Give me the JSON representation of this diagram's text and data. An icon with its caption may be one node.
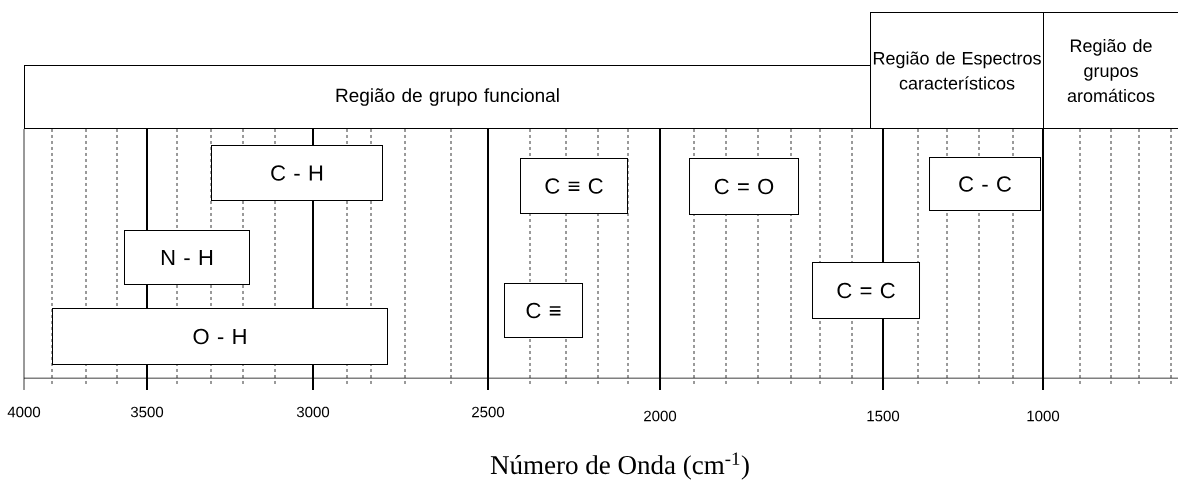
{
  "diagram": {
    "nodes": [
      {
        "text": [
          "Região de grupo funcional"
        ]
      },
      {
        "text": [
          "Região de Espectros característicos"
        ]
      },
      {
        "text": [
          "Região de grupos aromáticos"
        ]
      },
      {
        "text": [
          "C - H"
        ]
      },
      {
        "text": [
          "N - H"
        ]
      },
      {
        "text": [
          "O - H"
        ]
      },
      {
        "text": [
          "C ≡ C"
        ]
      },
      {
        "text": [
          "C ≡"
        ]
      },
      {
        "text": [
          "C = O"
        ]
      },
      {
        "text": [
          "C = C"
        ]
      },
      {
        "text": [
          "C - C"
        ]
      }
    ],
    "labels": [
      "4000",
      "3500",
      "3000",
      "2500",
      "2000",
      "1500",
      "1000",
      "Número de Onda (cm$^{-1}$)"
    ]
  }
}
